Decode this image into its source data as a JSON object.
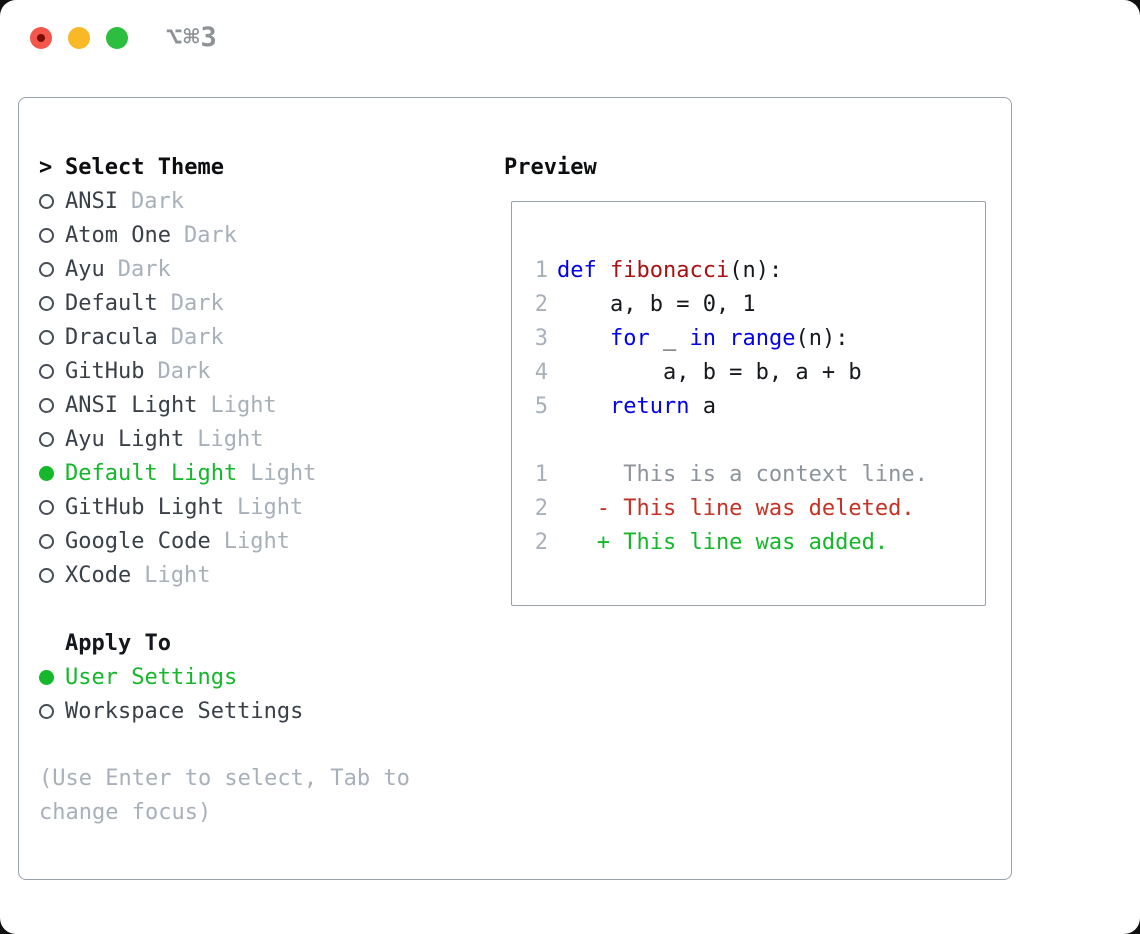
{
  "titlebar": {
    "shortcut": "⌥⌘3",
    "buttons": [
      "close",
      "minimize",
      "zoom"
    ]
  },
  "theme_panel": {
    "header_prefix": ">",
    "header": "Select Theme",
    "items": [
      {
        "label": "ANSI",
        "variant": "Dark",
        "selected": false
      },
      {
        "label": "Atom One",
        "variant": "Dark",
        "selected": false
      },
      {
        "label": "Ayu",
        "variant": "Dark",
        "selected": false
      },
      {
        "label": "Default",
        "variant": "Dark",
        "selected": false
      },
      {
        "label": "Dracula",
        "variant": "Dark",
        "selected": false
      },
      {
        "label": "GitHub",
        "variant": "Dark",
        "selected": false
      },
      {
        "label": "ANSI Light",
        "variant": "Light",
        "selected": false
      },
      {
        "label": "Ayu Light",
        "variant": "Light",
        "selected": false
      },
      {
        "label": "Default Light",
        "variant": "Light",
        "selected": true
      },
      {
        "label": "GitHub Light",
        "variant": "Light",
        "selected": false
      },
      {
        "label": "Google Code",
        "variant": "Light",
        "selected": false
      },
      {
        "label": "XCode",
        "variant": "Light",
        "selected": false
      }
    ],
    "apply_to": {
      "header": "Apply To",
      "options": [
        {
          "label": "User Settings",
          "selected": true
        },
        {
          "label": "Workspace Settings",
          "selected": false
        }
      ]
    },
    "help_text": "(Use Enter to select, Tab to change focus)"
  },
  "preview": {
    "header": "Preview",
    "code_lines": [
      {
        "num": "1",
        "segments": [
          [
            "def",
            "kw"
          ],
          [
            " ",
            "pl"
          ],
          [
            "fibonacci",
            "fn"
          ],
          [
            "(n):",
            "pl"
          ]
        ]
      },
      {
        "num": "2",
        "segments": [
          [
            "    a, b = 0, 1",
            "pl"
          ]
        ]
      },
      {
        "num": "3",
        "segments": [
          [
            "    ",
            "pl"
          ],
          [
            "for",
            "kw"
          ],
          [
            " _ ",
            "pl"
          ],
          [
            "in",
            "kw"
          ],
          [
            " ",
            "pl"
          ],
          [
            "range",
            "kw"
          ],
          [
            "(n):",
            "pl"
          ]
        ]
      },
      {
        "num": "4",
        "segments": [
          [
            "        a, b = b, a + b",
            "pl"
          ]
        ]
      },
      {
        "num": "5",
        "segments": [
          [
            "    ",
            "pl"
          ],
          [
            "return",
            "kw"
          ],
          [
            " a",
            "pl"
          ]
        ]
      }
    ],
    "diff_lines": [
      {
        "num": "1",
        "kind": "context",
        "text": "     This is a context line."
      },
      {
        "num": "2",
        "kind": "deleted",
        "text": "   - This line was deleted."
      },
      {
        "num": "2",
        "kind": "added",
        "text": "   + This line was added."
      }
    ]
  },
  "colors": {
    "selection_green": "#14b82a",
    "keyword_blue": "#0202e8",
    "function_red": "#a81212",
    "deleted_red": "#c63224",
    "added_green": "#14b82a",
    "muted_gray": "#a8b0ba",
    "context_gray": "#8d949c",
    "border_gray": "#98a1ac",
    "traffic_red": "#f4564c",
    "traffic_yellow": "#f9b825",
    "traffic_green": "#2cbe3e"
  }
}
